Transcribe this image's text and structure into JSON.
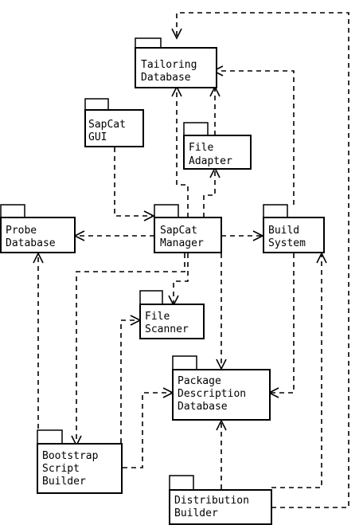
{
  "packages": {
    "tailoring_db": [
      "Tailoring",
      "Database"
    ],
    "sapcat_gui": [
      "SapCat",
      "GUI"
    ],
    "file_adapter": [
      "File",
      "Adapter"
    ],
    "probe_db": [
      "Probe",
      "Database"
    ],
    "sapcat_manager": [
      "SapCat",
      "Manager"
    ],
    "build_system": [
      "Build",
      "System"
    ],
    "file_scanner": [
      "File",
      "Scanner"
    ],
    "package_desc_db": [
      "Package",
      "Description",
      "Database"
    ],
    "bootstrap_builder": [
      "Bootstrap",
      "Script",
      "Builder"
    ],
    "distribution_builder": [
      "Distribution",
      "Builder"
    ]
  },
  "dependencies": [
    {
      "from": "SapCat GUI",
      "to": "SapCat Manager"
    },
    {
      "from": "SapCat Manager",
      "to": "Tailoring Database"
    },
    {
      "from": "SapCat Manager",
      "to": "File Adapter"
    },
    {
      "from": "SapCat Manager",
      "to": "Probe Database"
    },
    {
      "from": "SapCat Manager",
      "to": "Build System"
    },
    {
      "from": "SapCat Manager",
      "to": "File Scanner"
    },
    {
      "from": "SapCat Manager",
      "to": "Package Description Database"
    },
    {
      "from": "SapCat Manager",
      "to": "Bootstrap Script Builder"
    },
    {
      "from": "File Adapter",
      "to": "Tailoring Database"
    },
    {
      "from": "Build System",
      "to": "Tailoring Database"
    },
    {
      "from": "Build System",
      "to": "Package Description Database"
    },
    {
      "from": "Bootstrap Script Builder",
      "to": "Probe Database"
    },
    {
      "from": "Bootstrap Script Builder",
      "to": "File Scanner"
    },
    {
      "from": "Bootstrap Script Builder",
      "to": "Package Description Database"
    },
    {
      "from": "Distribution Builder",
      "to": "Package Description Database"
    },
    {
      "from": "Distribution Builder",
      "to": "Build System"
    },
    {
      "from": "Distribution Builder",
      "to": "Tailoring Database"
    }
  ]
}
